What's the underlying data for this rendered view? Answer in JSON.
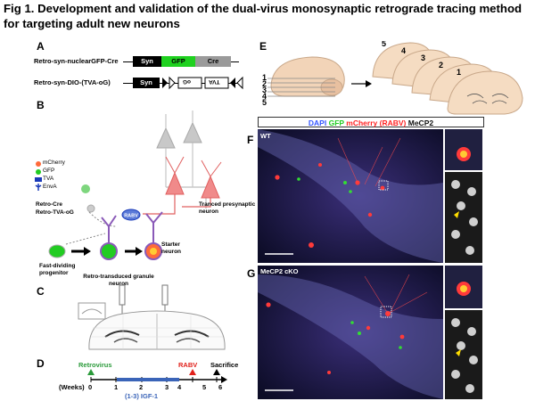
{
  "title": "Fig 1. Development and validation of the dual-virus monosynaptic retrograde tracing method for targeting adult new neurons",
  "panels": {
    "A": {
      "label": "A",
      "construct1": {
        "name": "Retro-syn-nuclearGFP-Cre",
        "elements": [
          "Syn",
          "GFP",
          "Cre"
        ]
      },
      "construct2": {
        "name": "Retro-syn-DIO-(TVA-oG)",
        "elements": [
          "Syn",
          "oG",
          "TVA"
        ]
      }
    },
    "B": {
      "label": "B",
      "legend": [
        "mCherry",
        "GFP",
        "TVA",
        "EnvA"
      ],
      "retro_cre": "Retro-Cre",
      "retro_tva": "Retro-TVA-oG",
      "progenitor": "Fast-dividing progenitor",
      "transduced": "Retro-transduced granule neuron",
      "starter": "Starter neuron",
      "presynaptic": "Tranced presynaptic neuron",
      "rabv": "RABV"
    },
    "C": {
      "label": "C"
    },
    "D": {
      "label": "D",
      "retrovirus": "Retrovirus",
      "rabv": "RABV",
      "sacrifice": "Sacrifice",
      "weeks_label": "(Weeks)",
      "ticks": [
        "0",
        "1",
        "2",
        "3",
        "4",
        "5",
        "6"
      ],
      "igf": "(1-3) IGF-1"
    },
    "E": {
      "label": "E",
      "levels": [
        "1",
        "2",
        "3",
        "4",
        "5"
      ]
    },
    "F": {
      "label": "F",
      "condition": "WT"
    },
    "G": {
      "label": "G",
      "condition": "MeCP2 cKO"
    }
  },
  "stain_legend": {
    "dapi": "DAPI",
    "gfp": "GFP",
    "mcherry": "mCherry (RABV)",
    "mecp2": "MeCP2"
  },
  "colors": {
    "dapi": "#3355ff",
    "gfp": "#22cc22",
    "mcherry": "#ff2222",
    "mecp2": "#111111",
    "syn_box": "#000000",
    "gfp_box": "#1fd11f",
    "cre_box": "#9a9a9a",
    "neuron_red": "#f08a8a",
    "neuron_grey": "#c8c8c8",
    "neuron_purple": "#8a5ab8",
    "retrovirus": "#2a9a3a",
    "rabv_timeline": "#e0201a",
    "igf_bar": "#3a64b8"
  }
}
